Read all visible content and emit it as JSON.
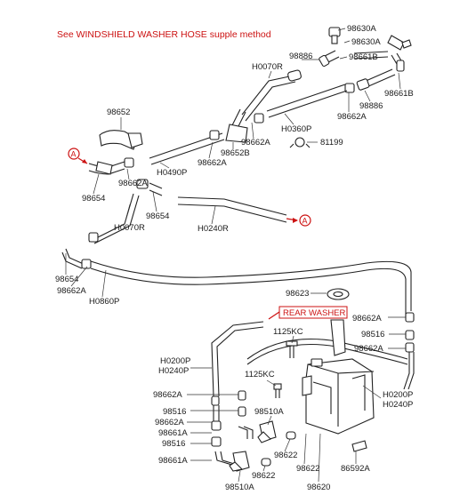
{
  "header": {
    "note": "See WINDSHIELD WASHER HOSE supple method"
  },
  "callouts": {
    "rear_washer": "REAR WASHER",
    "ref_a_left": "A",
    "ref_a_right": "A"
  },
  "labels": {
    "l98630A_top": "98630A",
    "l98630A": "98630A",
    "l98886_top": "98886",
    "lH0070R_top": "H0070R",
    "l98661B_a": "98661B",
    "l98661B_b": "98661B",
    "l98886_mid": "98886",
    "l98662A_right": "98662A",
    "l98652": "98652",
    "l98652B": "98652B",
    "l98662A_mid": "98662A",
    "lH0360P": "H0360P",
    "l81199": "81199",
    "l98662A_c": "98662A",
    "lH0490P": "H0490P",
    "l98662A_left": "98662A",
    "l98654_left": "98654",
    "l98654_mid": "98654",
    "lH0070R_mid": "H0070R",
    "lH0240R": "H0240R",
    "l98654_low": "98654",
    "l98662A_low": "98662A",
    "lH0860P": "H0860P",
    "l98623": "98623",
    "l98662A_rw": "98662A",
    "l1125KC_top": "1125KC",
    "l98516_r": "98516",
    "l98662A_r2": "98662A",
    "lH0200P_l": "H0200P",
    "lH0240P_l": "H0240P",
    "l1125KC_mid": "1125KC",
    "lH0200P_r": "H0200P",
    "lH0240P_r": "H0240P",
    "l98662A_l3": "98662A",
    "l98516_l": "98516",
    "l98510A_mid": "98510A",
    "l98662A_l4": "98662A",
    "l98661A_a": "98661A",
    "l98516_l2": "98516",
    "l98622_a": "98622",
    "l98661A_b": "98661A",
    "l98622_b": "98622",
    "l98622_c": "98622",
    "l86592A": "86592A",
    "l98510A_bot": "98510A",
    "l98620": "98620"
  }
}
